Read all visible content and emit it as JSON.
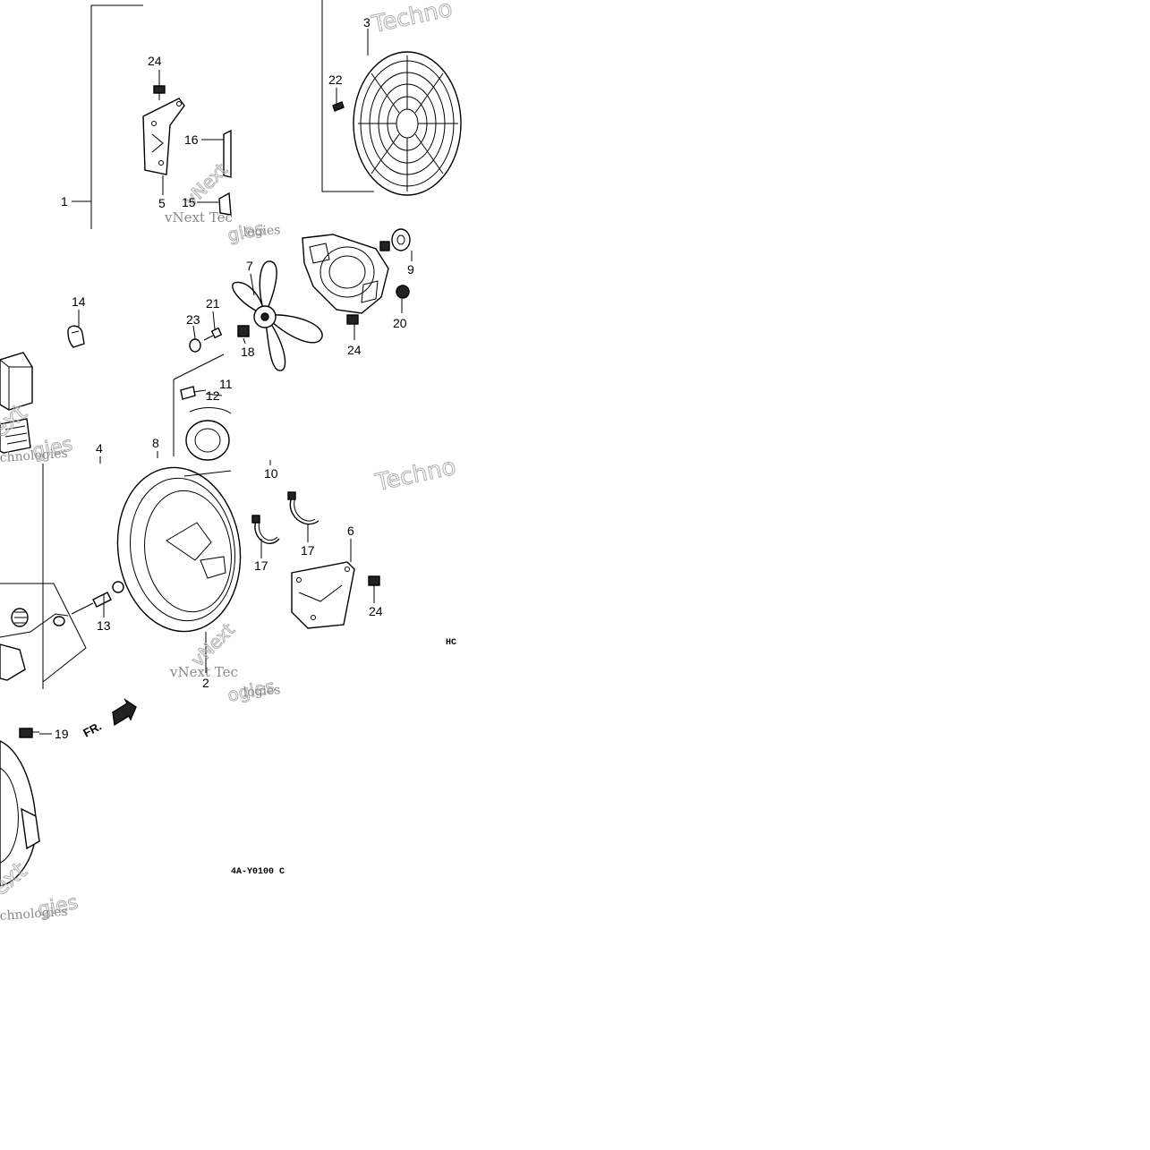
{
  "diagram": {
    "callouts": {
      "p1": "1",
      "p2": "2",
      "p3": "3",
      "p4": "4",
      "p5": "5",
      "p6": "6",
      "p7": "7",
      "p8": "8",
      "p9": "9",
      "p10": "10",
      "p11": "11",
      "p12": "12",
      "p13": "13",
      "p14": "14",
      "p15": "15",
      "p16": "16",
      "p17a": "17",
      "p17b": "17",
      "p18": "18",
      "p19": "19",
      "p20": "20",
      "p21": "21",
      "p22": "22",
      "p23": "23",
      "p24a": "24",
      "p24b": "24",
      "p24c": "24"
    },
    "direction_label": "FR.",
    "diagram_code": "4A-Y0100 C",
    "side_code": "HC"
  },
  "watermark": {
    "vnext": "vNext",
    "vnext_tech": "vNext Tec",
    "technologies": "Technologies",
    "techno": "Techno",
    "ext": "ext",
    "chnologies": "chnologies",
    "logies": "logies",
    "ogies": "ogies",
    "gies": "gies"
  }
}
